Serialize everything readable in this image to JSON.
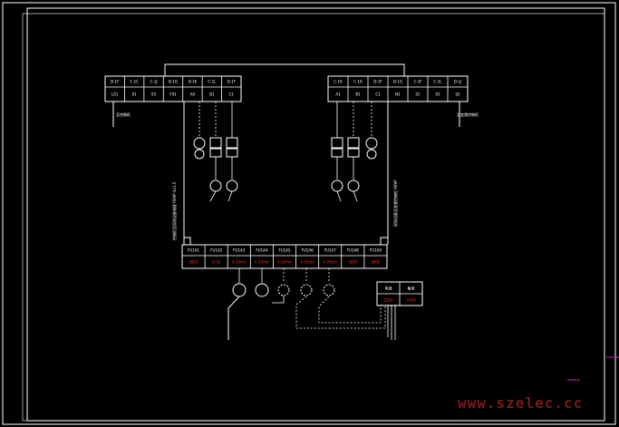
{
  "left_panel": {
    "top": [
      "D-1F",
      "C-1C",
      "C-1J",
      "D-1G",
      "D-1K",
      "C-1L",
      "D-1F"
    ],
    "bottom": [
      "L01",
      "01",
      "03",
      "F01",
      "A0",
      "B1",
      "C1"
    ],
    "note": "至控制柜"
  },
  "right_panel": {
    "top": [
      "C-1K",
      "C-1K",
      "D-1F",
      "D-1G",
      "C-1F",
      "C-1L",
      "D-1J"
    ],
    "bottom": [
      "A1",
      "B1",
      "C1",
      "N1",
      "01",
      "03",
      "02"
    ],
    "note": "至变频控制柜"
  },
  "left_vertical": "控制柜至现场设备电缆 RVVP-4x1.5",
  "right_vertical": "现场设备至变频控制柜 RVVP",
  "mid_table": {
    "top": [
      "FU1A1",
      "FU1A2",
      "FU1A3",
      "FU1A4",
      "FU1A5",
      "FU1A6",
      "FU1A7",
      "FU1A8",
      "FU1A9"
    ],
    "bottom": [
      "380V",
      "0-10",
      "4-20mA",
      "4-20mA",
      "4-20mA",
      "4-20mA",
      "4-20mA",
      "380V",
      "380V"
    ]
  },
  "small_table": {
    "top": [
      "电源",
      "备用"
    ],
    "bottom": [
      "220V",
      "220V"
    ]
  },
  "watermark": "www.szelec.cc",
  "colors": {
    "line": "#ffffff",
    "accent": "#ff2a2a",
    "background": "#000000",
    "magenta": "#cc22aa"
  }
}
